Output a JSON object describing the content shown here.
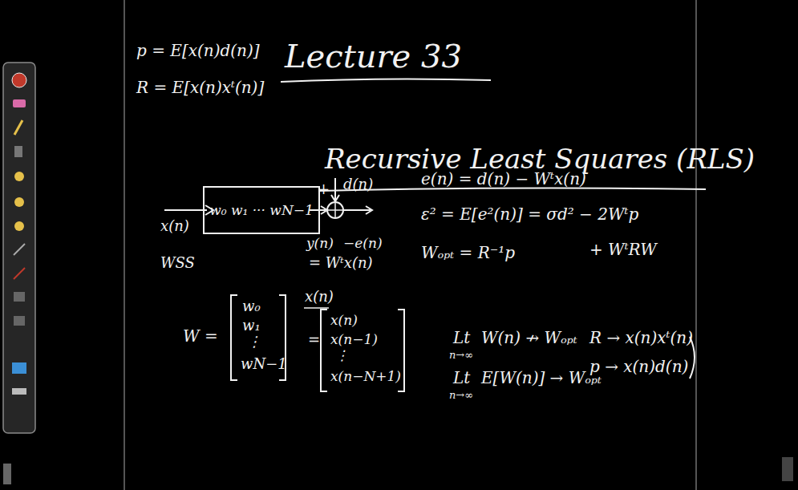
{
  "diagram": {
    "title": "Lecture 33",
    "nodes": [
      {
        "text": [
          "w₀ w₁ ··· wN−1"
        ]
      }
    ],
    "labels": [
      "p = E[x(n)d(n)]",
      "R = E[x(n)xᵗ(n)]",
      "Recursive Least Squares (RLS)",
      "x(n)",
      "WSS",
      "+",
      "d(n)",
      "y(n)",
      "−e(n)",
      "= Wᵗx(n)",
      "e(n) = d(n) − Wᵗx(n)",
      "ε² = E[e²(n)] = σd² − 2Wᵗp",
      "Wₒₚₜ = R⁻¹p",
      "+ WᵗRW",
      "W =",
      "w₀",
      "w₁",
      "⋮",
      "wN−1",
      "x(n)",
      "=",
      "x(n)",
      "x(n−1)",
      "⋮",
      "x(n−N+1)",
      "Lt",
      "n→∞",
      "W(n) ↛ Wₒₚₜ",
      "Lt",
      "n→∞",
      "E[W(n)] → Wₒₚₜ",
      "R → x(n)xᵗ(n)",
      "p → x(n)d(n)"
    ]
  }
}
